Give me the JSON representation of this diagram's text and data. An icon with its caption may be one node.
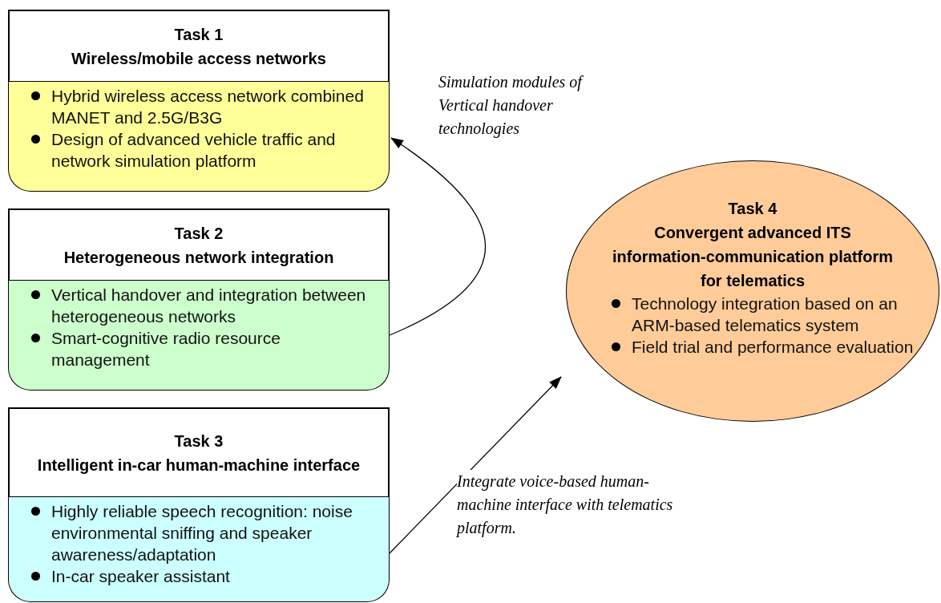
{
  "diagram": {
    "nodes": [
      {
        "text": [
          "Task 1",
          "Wireless/mobile access networks"
        ]
      },
      {
        "text": [
          "Hybrid wireless access network combined MANET and 2.5G/B3G",
          "Design of advanced vehicle traffic and network simulation platform"
        ]
      },
      {
        "text": [
          "Task 2",
          "Heterogeneous network integration"
        ]
      },
      {
        "text": [
          "Vertical handover and integration between heterogeneous networks",
          "Smart-cognitive radio resource management"
        ]
      },
      {
        "text": [
          "Task 3",
          "Intelligent in-car human-machine interface"
        ]
      },
      {
        "text": [
          "Highly reliable speech recognition: noise environmental sniffing and speaker awareness/adaptation",
          "In-car speaker assistant"
        ]
      },
      {
        "text": [
          "Task 4",
          "Convergent advanced ITS information-communication platform for telematics",
          "Technology integration based on an ARM-based telematics system",
          "Field trial and performance evaluation"
        ]
      }
    ],
    "edges": [
      {
        "from": 3,
        "to": 1,
        "arrow": "to",
        "label": "Simulation modules of Vertical handover technologies"
      },
      {
        "from": 5,
        "to": 6,
        "arrow": "to",
        "label": "Integrate voice-based human-machine interface with telematics platform."
      }
    ]
  }
}
